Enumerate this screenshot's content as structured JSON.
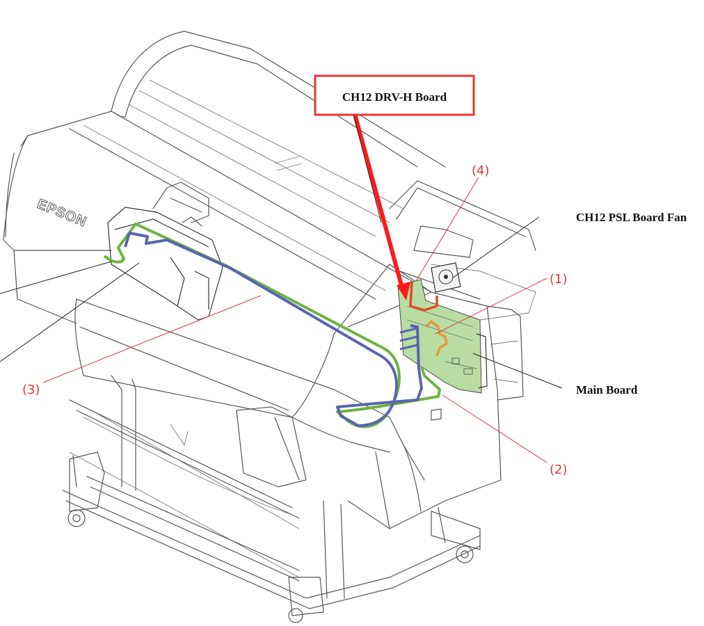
{
  "labels": {
    "drv_board": "CH12 DRV-H Board",
    "psl_fan": "CH12 PSL Board Fan",
    "main_board": "Main Board",
    "num1": "(1)",
    "num2": "(2)",
    "num3": "(3)",
    "num4": "(4)"
  },
  "brand": "EPSON",
  "colors": {
    "highlight_box": "#e53935",
    "red_arrow": "#ff1a1a",
    "number_labels": "#d9383a",
    "cable_green": "#6db33f",
    "cable_blue": "#5a64b0",
    "cable_red": "#e04a2a",
    "cable_orange": "#e89a3a",
    "board_fill": "#b9dca2"
  }
}
